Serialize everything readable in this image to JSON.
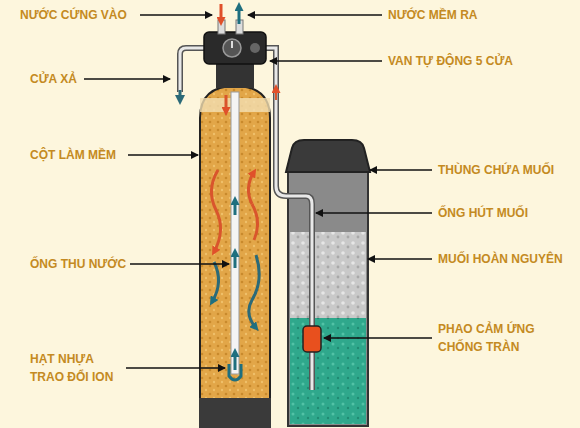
{
  "diagram": {
    "labels": [
      "NƯỚC CỨNG VÀO",
      "NƯỚC MỀM RA",
      "CỬA XẢ",
      "VAN TỰ ĐỘNG 5 CỬA",
      "CỘT LÀM MỀM",
      "THÙNG CHỨA MUỐI",
      "ỐNG HÚT MUỐI",
      "ỐNG THU NƯỚC",
      "MUỐI HOÀN NGUYÊN",
      "PHAO CẢM ỨNG CHỐNG TRÀN",
      "HẠT NHỰA TRAO ĐỔI ION"
    ]
  }
}
